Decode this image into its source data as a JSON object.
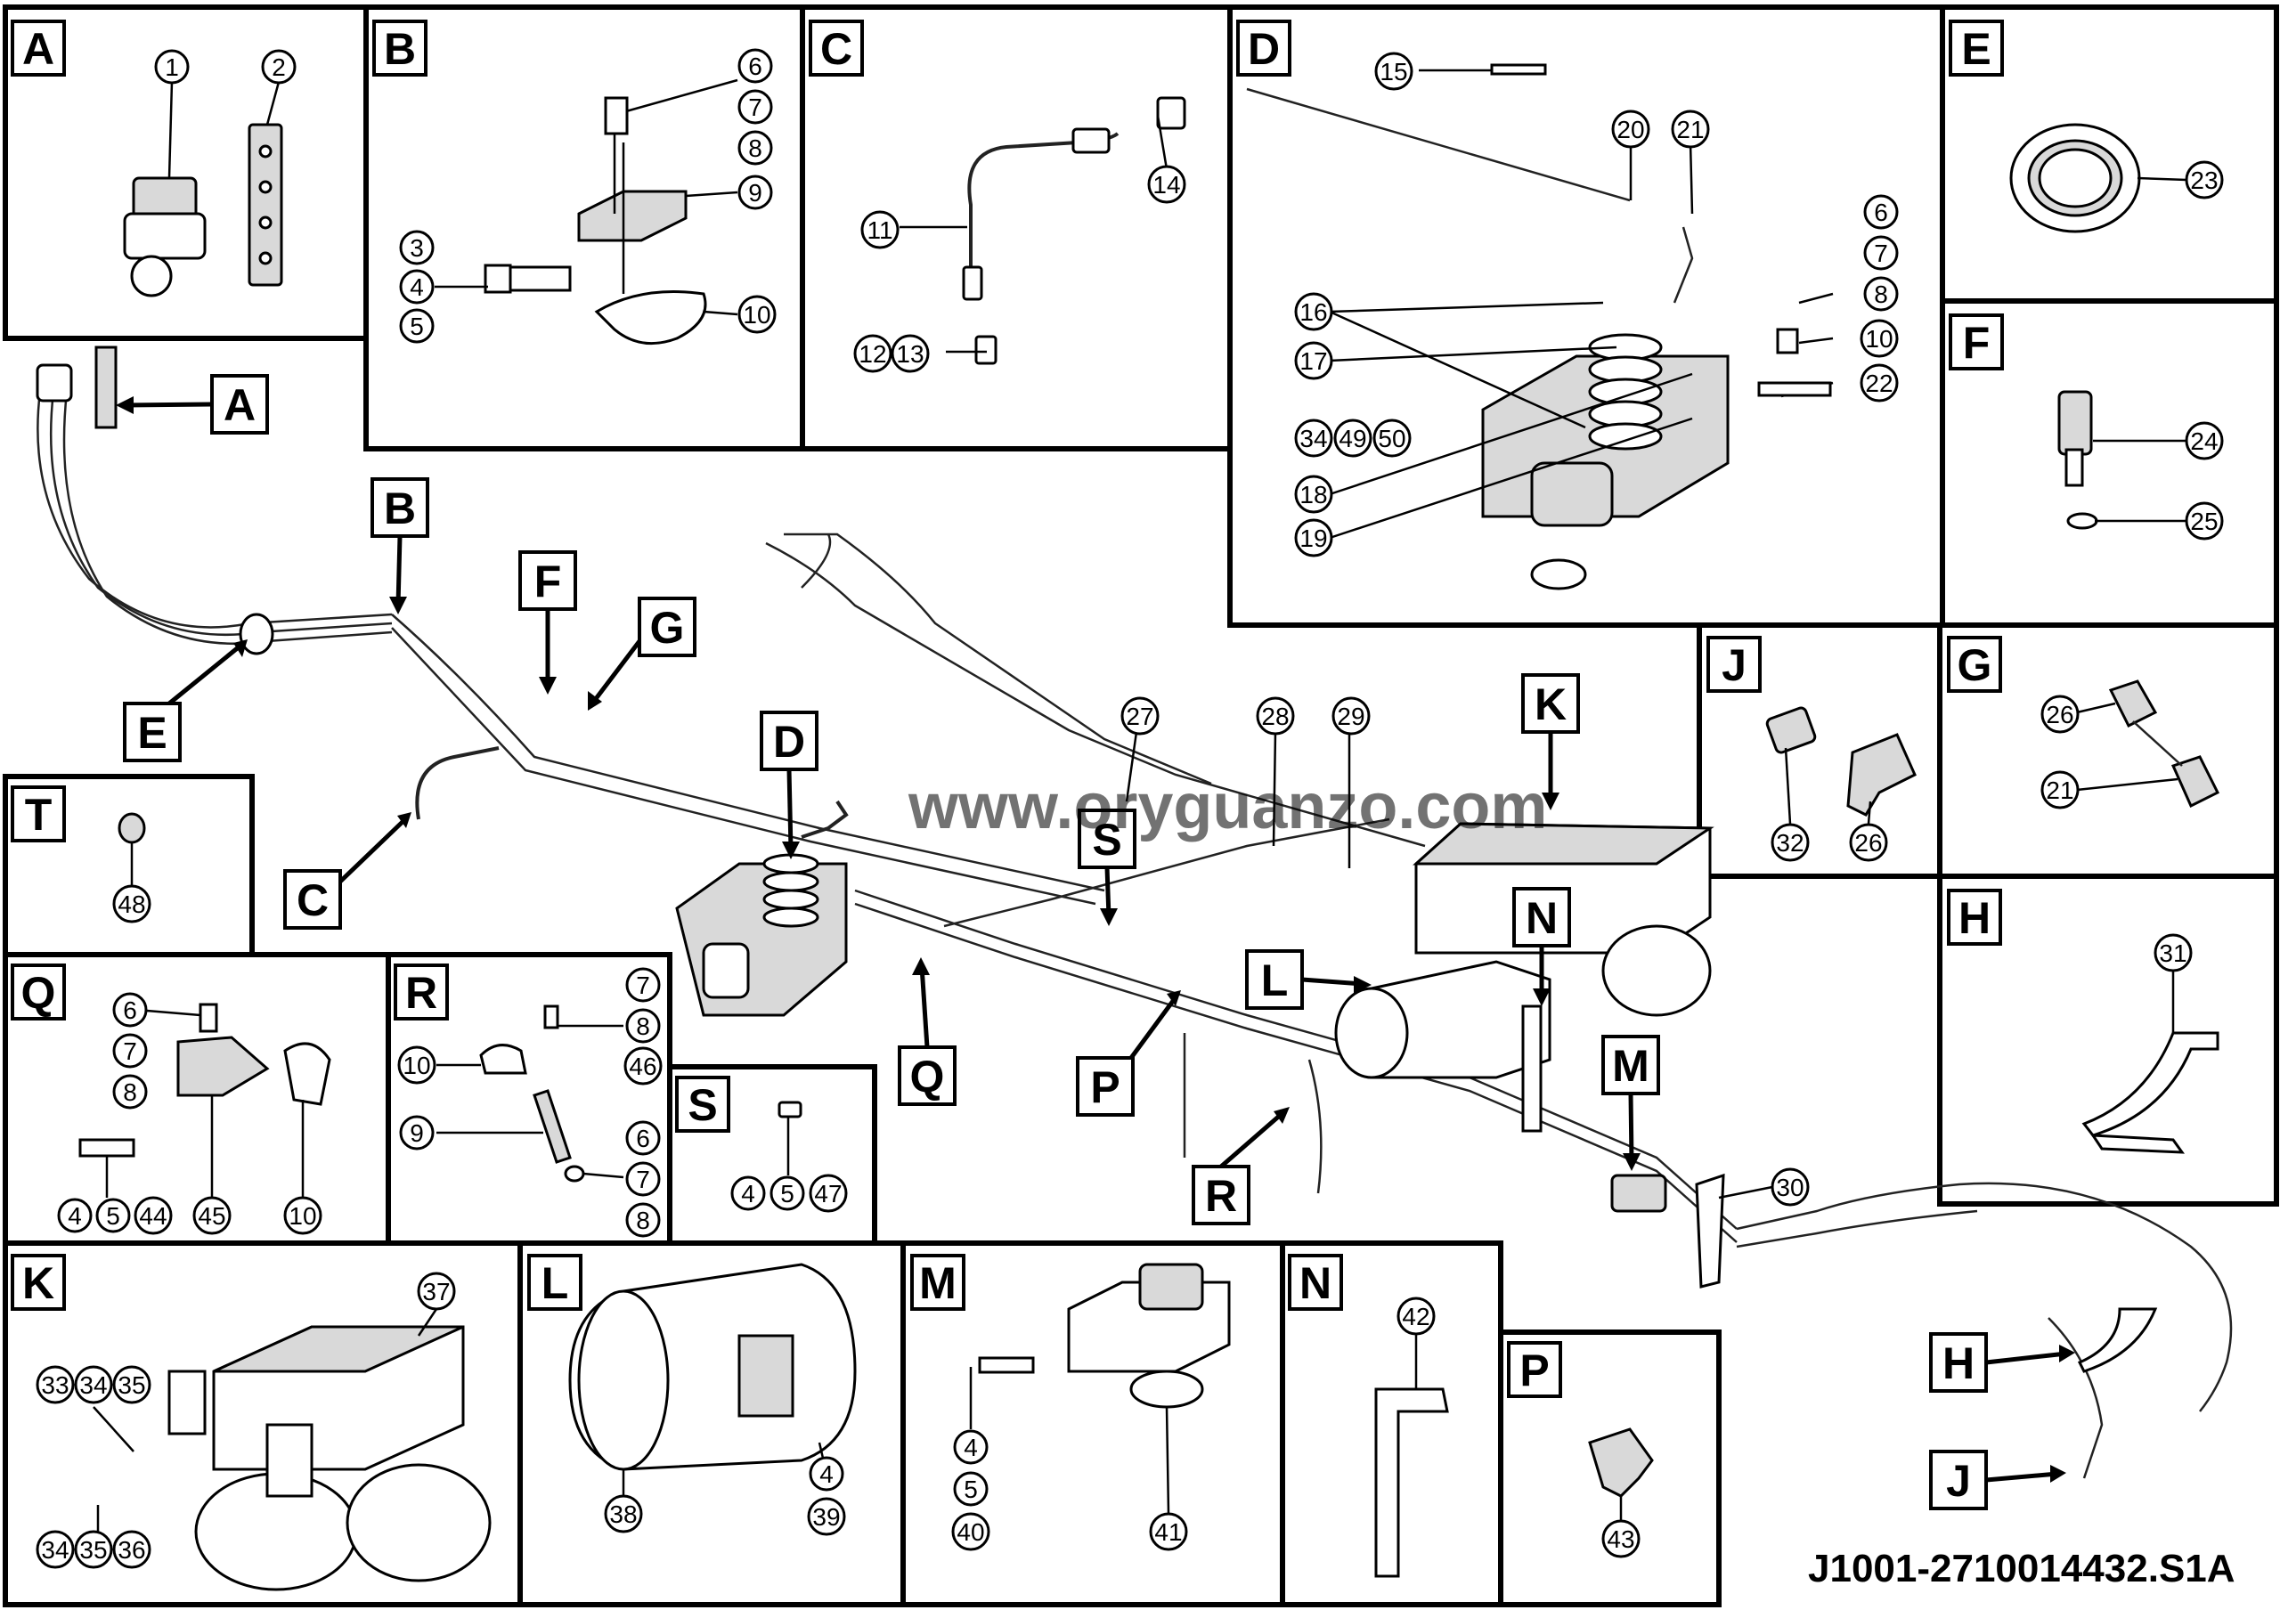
{
  "drawing_code": "J1001-2710014432.S1A",
  "watermark": "www.oryguanzo.com",
  "panels": {
    "A": {
      "label": "A",
      "callouts": [
        "1",
        "2"
      ]
    },
    "B": {
      "label": "B",
      "callouts": [
        "6",
        "7",
        "8",
        "9",
        "3",
        "4",
        "5",
        "10"
      ]
    },
    "C": {
      "label": "C",
      "callouts": [
        "14",
        "11",
        "12",
        "13"
      ]
    },
    "D": {
      "label": "D",
      "callouts": [
        "15",
        "20",
        "21",
        "6",
        "7",
        "8",
        "16",
        "10",
        "17",
        "22",
        "34",
        "49",
        "50",
        "18",
        "19"
      ]
    },
    "E": {
      "label": "E",
      "callouts": [
        "23"
      ]
    },
    "F": {
      "label": "F",
      "callouts": [
        "24",
        "25"
      ]
    },
    "J": {
      "label": "J",
      "callouts": [
        "32",
        "26"
      ]
    },
    "G": {
      "label": "G",
      "callouts": [
        "26",
        "21"
      ]
    },
    "H": {
      "label": "H",
      "callouts": [
        "31"
      ]
    },
    "T": {
      "label": "T",
      "callouts": [
        "48"
      ]
    },
    "Q": {
      "label": "Q",
      "callouts": [
        "6",
        "7",
        "8",
        "4",
        "5",
        "44",
        "45",
        "10"
      ]
    },
    "R": {
      "label": "R",
      "callouts": [
        "7",
        "8",
        "46",
        "10",
        "9",
        "6",
        "7",
        "8"
      ]
    },
    "S": {
      "label": "S",
      "callouts": [
        "4",
        "5",
        "47"
      ]
    },
    "K": {
      "label": "K",
      "callouts": [
        "37",
        "33",
        "34",
        "35",
        "34",
        "35",
        "36"
      ]
    },
    "L": {
      "label": "L",
      "callouts": [
        "38",
        "4",
        "39"
      ]
    },
    "M": {
      "label": "M",
      "callouts": [
        "4",
        "5",
        "40",
        "41"
      ]
    },
    "N": {
      "label": "N",
      "callouts": [
        "42"
      ]
    },
    "P": {
      "label": "P",
      "callouts": [
        "43"
      ]
    }
  },
  "overview_refs": [
    "A",
    "B",
    "E",
    "F",
    "G",
    "C",
    "D",
    "Q",
    "P",
    "S",
    "R",
    "K",
    "L",
    "N",
    "M",
    "H",
    "J"
  ],
  "overview_callouts": [
    "27",
    "28",
    "29",
    "30"
  ]
}
